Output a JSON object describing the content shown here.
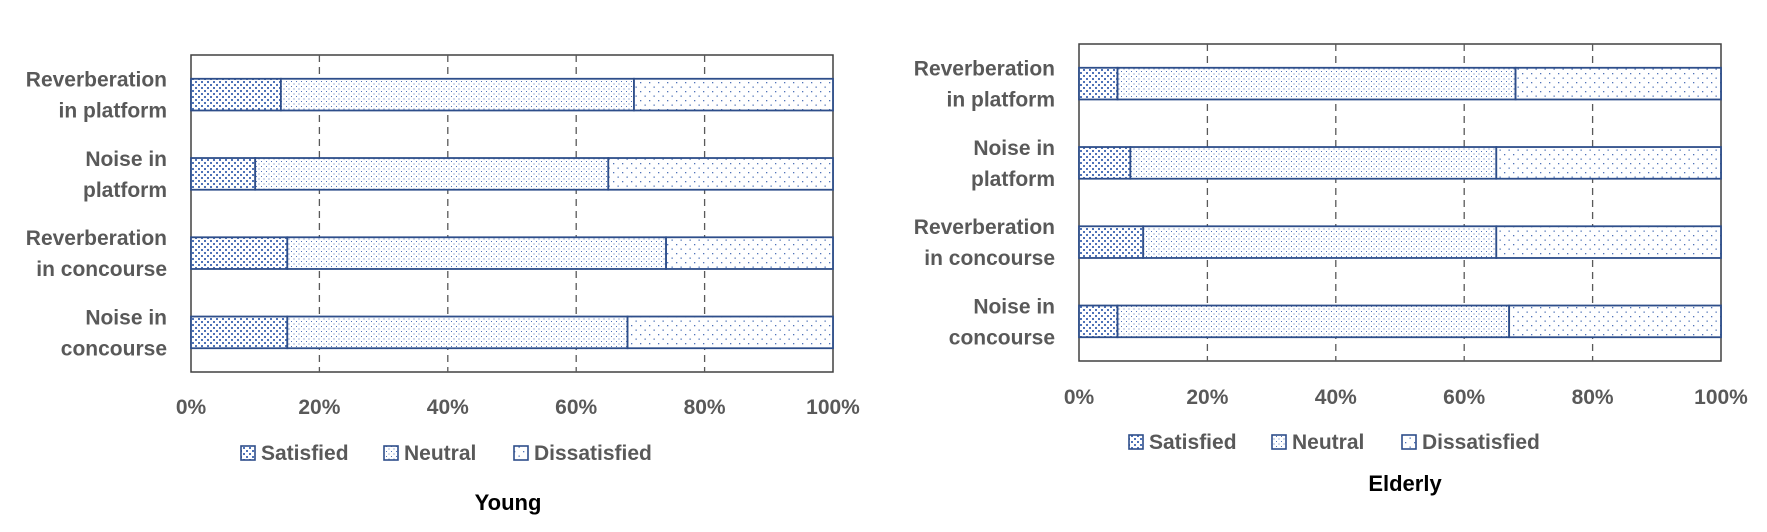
{
  "colors": {
    "bar_stroke": "#2e4e8a",
    "pattern_ink": "#4f73b8",
    "axis": "#404040",
    "gridline": "#595959",
    "label_text": "#595959",
    "title_text": "#000000"
  },
  "legend": {
    "placement": "bottom",
    "items": [
      {
        "name": "Satisfied",
        "pattern": "dense-dots"
      },
      {
        "name": "Neutral",
        "pattern": "fine-dots"
      },
      {
        "name": "Dissatisfied",
        "pattern": "sparse-dots"
      }
    ]
  },
  "chart_data": [
    {
      "type": "bar",
      "orientation": "horizontal",
      "stacking": "percent",
      "title": "Young",
      "categories": [
        "Reverberation in platform",
        "Noise in platform",
        "Reverberation in concourse",
        "Noise in concourse"
      ],
      "category_lines": [
        [
          "Reverberation",
          "in platform"
        ],
        [
          "Noise in",
          "platform"
        ],
        [
          "Reverberation",
          "in concourse"
        ],
        [
          "Noise in",
          "concourse"
        ]
      ],
      "series": [
        {
          "name": "Satisfied",
          "values": [
            14,
            10,
            15,
            15
          ]
        },
        {
          "name": "Neutral",
          "values": [
            55,
            55,
            59,
            53
          ]
        },
        {
          "name": "Dissatisfied",
          "values": [
            31,
            35,
            26,
            32
          ]
        }
      ],
      "xlim": [
        0,
        100
      ],
      "x_ticks": [
        "0%",
        "20%",
        "40%",
        "60%",
        "80%",
        "100%"
      ],
      "grid": "vertical dashed"
    },
    {
      "type": "bar",
      "orientation": "horizontal",
      "stacking": "percent",
      "title": "Elderly",
      "categories": [
        "Reverberation in platform",
        "Noise in platform",
        "Reverberation in concourse",
        "Noise in concourse"
      ],
      "category_lines": [
        [
          "Reverberation",
          "in platform"
        ],
        [
          "Noise in",
          "platform"
        ],
        [
          "Reverberation",
          "in concourse"
        ],
        [
          "Noise in",
          "concourse"
        ]
      ],
      "series": [
        {
          "name": "Satisfied",
          "values": [
            6,
            8,
            10,
            6
          ]
        },
        {
          "name": "Neutral",
          "values": [
            62,
            57,
            55,
            61
          ]
        },
        {
          "name": "Dissatisfied",
          "values": [
            32,
            35,
            35,
            33
          ]
        }
      ],
      "xlim": [
        0,
        100
      ],
      "x_ticks": [
        "0%",
        "20%",
        "40%",
        "60%",
        "80%",
        "100%"
      ],
      "grid": "vertical dashed"
    }
  ]
}
